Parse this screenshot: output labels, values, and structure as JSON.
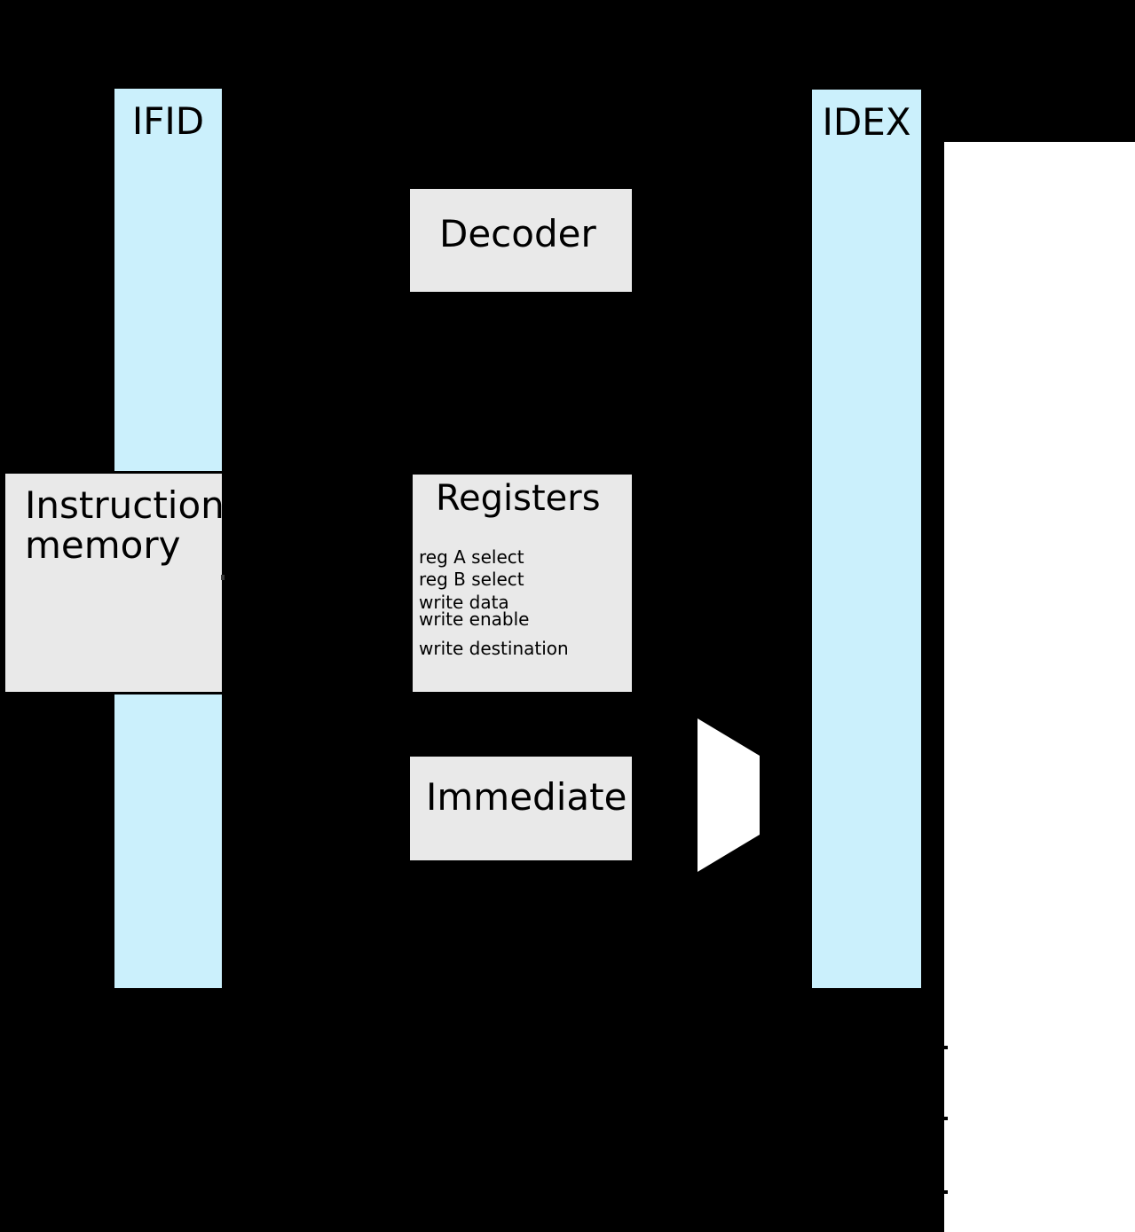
{
  "colors": {
    "background": "#000000",
    "pipeline_register_fill": "#cbf0fc",
    "block_fill": "#e9e9e9",
    "stage_area_fill": "#ffffff",
    "outline": "#000000"
  },
  "pipeline_registers": {
    "ifid": {
      "label": "IFID"
    },
    "idex": {
      "label": "IDEX"
    }
  },
  "blocks": {
    "instruction_memory": {
      "line1": "Instruction",
      "line2": "memory"
    },
    "decoder": {
      "label": "Decoder"
    },
    "registers": {
      "title": "Registers",
      "ports": [
        {
          "label": "reg A select"
        },
        {
          "label": "reg B select"
        },
        {
          "label": "write data"
        },
        {
          "label": "write enable"
        },
        {
          "label": "write destination"
        }
      ]
    },
    "immediate": {
      "label": "Immediate"
    }
  }
}
